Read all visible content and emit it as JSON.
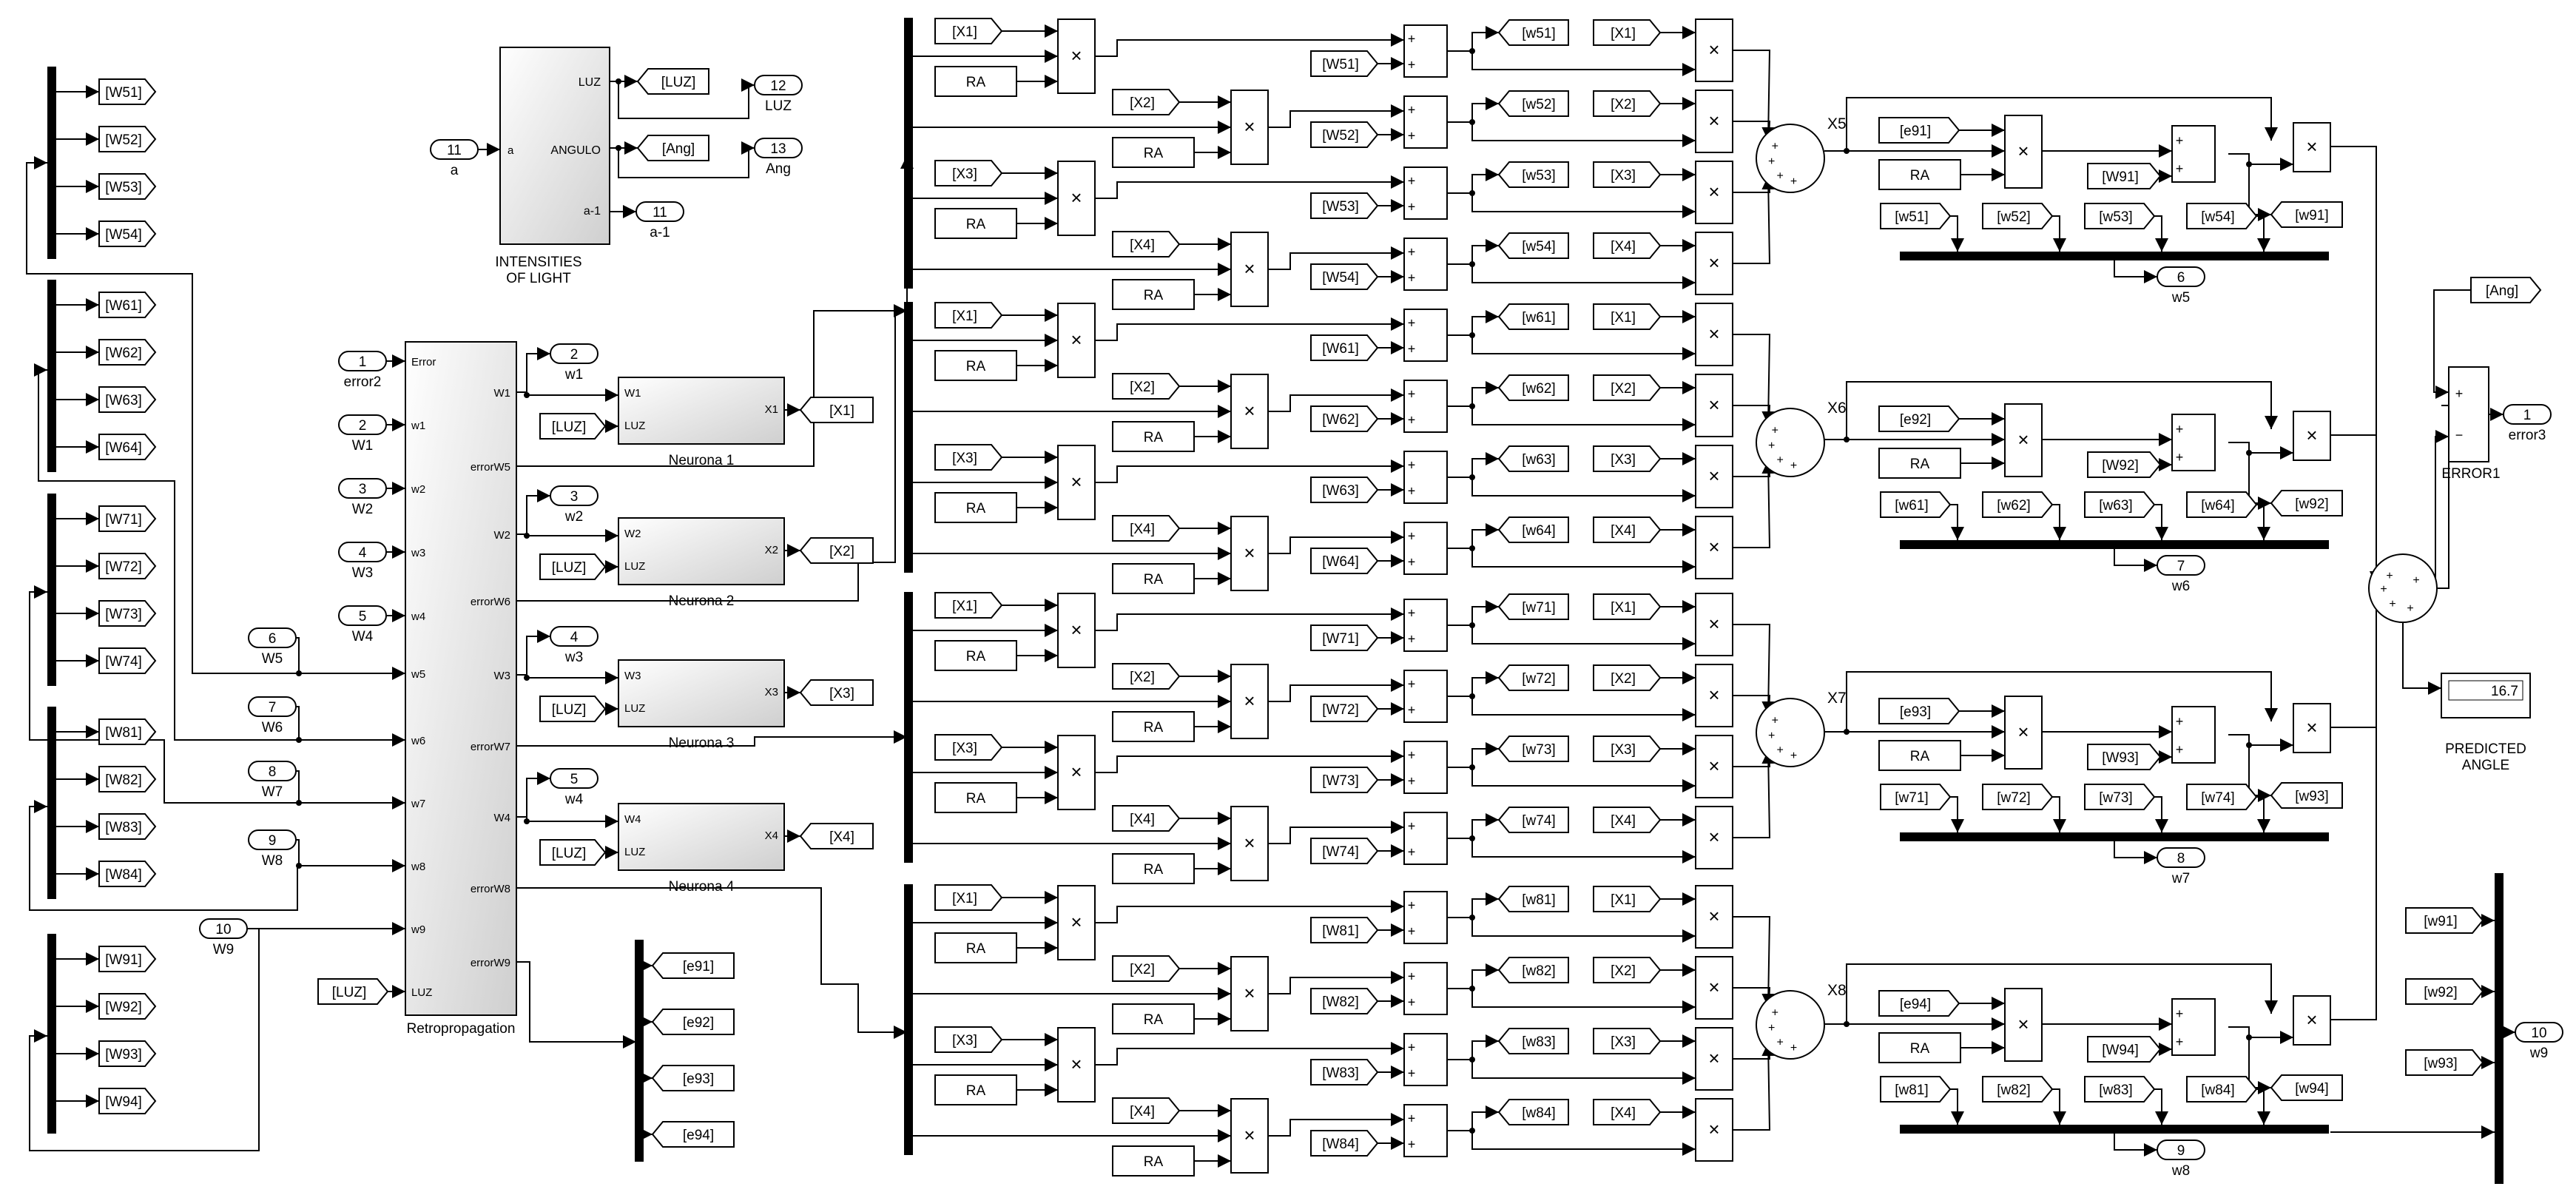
{
  "inports": [
    {
      "num": "11",
      "label": "a"
    },
    {
      "num": "1",
      "label": "error2"
    },
    {
      "num": "2",
      "label": "W1"
    },
    {
      "num": "3",
      "label": "W2"
    },
    {
      "num": "4",
      "label": "W3"
    },
    {
      "num": "5",
      "label": "W4"
    },
    {
      "num": "6",
      "label": "W5"
    },
    {
      "num": "7",
      "label": "W6"
    },
    {
      "num": "8",
      "label": "W7"
    },
    {
      "num": "9",
      "label": "W8"
    },
    {
      "num": "10",
      "label": "W9"
    }
  ],
  "outports": [
    {
      "num": "12",
      "label": "LUZ"
    },
    {
      "num": "13",
      "label": "Ang"
    },
    {
      "num": "11",
      "label": "a-1"
    },
    {
      "num": "2",
      "label": "w1"
    },
    {
      "num": "3",
      "label": "w2"
    },
    {
      "num": "4",
      "label": "w3"
    },
    {
      "num": "5",
      "label": "w4"
    },
    {
      "num": "6",
      "label": "w5"
    },
    {
      "num": "7",
      "label": "w6"
    },
    {
      "num": "8",
      "label": "w7"
    },
    {
      "num": "9",
      "label": "w8"
    },
    {
      "num": "10",
      "label": "w9"
    },
    {
      "num": "1",
      "label": "error3"
    }
  ],
  "intensities": {
    "caption": "INTENSITIES\nOF LIGHT",
    "port_in": "a",
    "ports_out": [
      "LUZ",
      "ANGULO",
      "a-1"
    ]
  },
  "retro": {
    "caption": "Retropropagation",
    "ports_in": [
      "Error",
      "w1",
      "w2",
      "w3",
      "w4",
      "w5",
      "w6",
      "w7",
      "w8",
      "w9",
      "LUZ"
    ],
    "ports_out": [
      "W1",
      "errorW5",
      "W2",
      "errorW6",
      "W3",
      "errorW7",
      "W4",
      "errorW8",
      "errorW9"
    ]
  },
  "neuronas": [
    {
      "caption": "Neurona 1",
      "in1": "W1",
      "in2": "LUZ",
      "out": "X1"
    },
    {
      "caption": "Neurona 2",
      "in1": "W2",
      "in2": "LUZ",
      "out": "X2"
    },
    {
      "caption": "Neurona 3",
      "in1": "W3",
      "in2": "LUZ",
      "out": "X3"
    },
    {
      "caption": "Neurona 4",
      "in1": "W4",
      "in2": "LUZ",
      "out": "X4"
    }
  ],
  "tags": {
    "luz": "[LUZ]",
    "ang": "[Ang]",
    "ra": "RA",
    "x": [
      "[X1]",
      "[X2]",
      "[X3]",
      "[X4]"
    ],
    "w5": [
      "[W51]",
      "[W52]",
      "[W53]",
      "[W54]"
    ],
    "w6": [
      "[W61]",
      "[W62]",
      "[W63]",
      "[W64]"
    ],
    "w7": [
      "[W71]",
      "[W72]",
      "[W73]",
      "[W74]"
    ],
    "w8": [
      "[W81]",
      "[W82]",
      "[W83]",
      "[W84]"
    ],
    "w9": [
      "[W91]",
      "[W92]",
      "[W93]",
      "[W94]"
    ],
    "e": [
      "[e91]",
      "[e92]",
      "[e93]",
      "[e94]"
    ]
  },
  "sum_labels": [
    "X5",
    "X6",
    "X7",
    "X8"
  ],
  "error1_caption": "ERROR1",
  "display": {
    "value": "16.7",
    "caption": "PREDICTED\nANGLE"
  },
  "symbols": {
    "product": "×",
    "plus": "+",
    "minus": "−"
  }
}
